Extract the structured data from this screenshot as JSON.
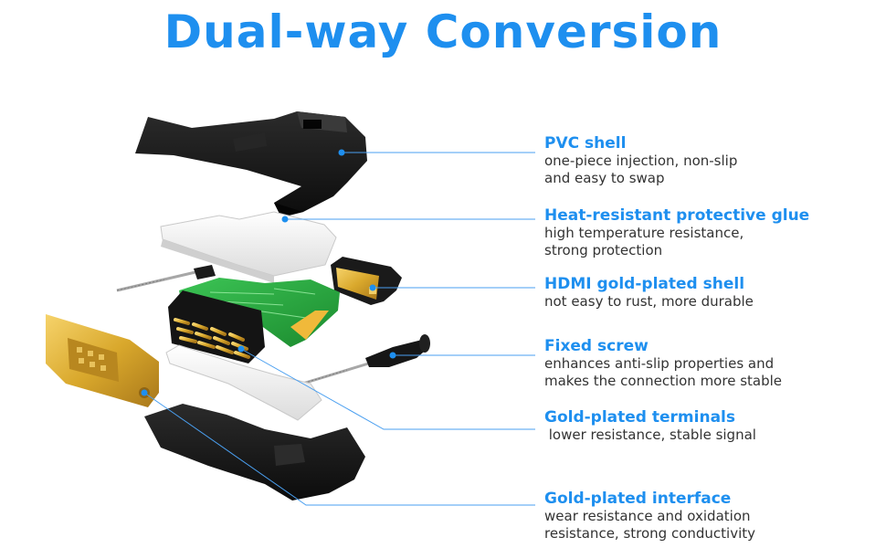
{
  "title": "Dual-way Conversion",
  "colors": {
    "accent": "#1e8fef",
    "text": "#333333",
    "shell_black": "#161616",
    "gold": "#d9a82c",
    "pcb_green": "#25a93c"
  },
  "features": [
    {
      "id": "pvc",
      "title": "PVC shell",
      "lines": [
        "one-piece injection, non-slip",
        "and easy to swap"
      ]
    },
    {
      "id": "glue",
      "title": "Heat-resistant protective glue",
      "lines": [
        "high temperature resistance,",
        "strong protection"
      ]
    },
    {
      "id": "hdmi",
      "title": "HDMI gold-plated shell",
      "lines": [
        "not easy to rust, more durable"
      ]
    },
    {
      "id": "screw",
      "title": "Fixed screw",
      "lines": [
        "enhances anti-slip properties and",
        "makes the connection more stable"
      ]
    },
    {
      "id": "terminals",
      "title": "Gold-plated terminals",
      "lines": [
        " lower resistance, stable signal"
      ]
    },
    {
      "id": "interface",
      "title": "Gold-plated interface",
      "lines": [
        "wear resistance and oxidation",
        "resistance, strong conductivity"
      ]
    }
  ]
}
